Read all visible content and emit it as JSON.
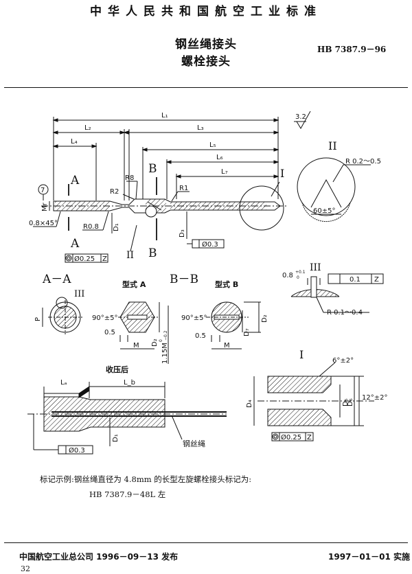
{
  "header": {
    "standard_org": "中华人民共和国航空工业标准",
    "title_line1": "钢丝绳接头",
    "title_line2": "螺栓接头",
    "code": "HB 7387.9－96"
  },
  "drawing": {
    "surface_finish": "3.2",
    "dims": {
      "L1": "L₁",
      "L2": "L₂",
      "L3": "L₃",
      "L4": "L₄",
      "L5": "L₅",
      "L6": "L₆",
      "L7": "L₇",
      "La": "Lₐ",
      "Lb": "L_b"
    },
    "labels": {
      "A_top": "A",
      "A_bottom": "A",
      "B_top": "B",
      "B_bottom": "B",
      "R8": "R8",
      "R2": "R2",
      "R1": "R1",
      "R08": "R0.8",
      "chamfer": "0.8×45°",
      "circle7": "7",
      "Mr": "Mr",
      "D1": "D₁",
      "D3": "D₃",
      "runout1": "Ø0.3",
      "concentric1": "Ø0.25",
      "ref_II": "II",
      "ref_I": "I",
      "ref_III": "III",
      "datum_Z": "Z"
    },
    "detail_II": {
      "title": "II",
      "radius": "R 0.2～0.5",
      "angle": "60±5°"
    },
    "detail_III": {
      "title": "III",
      "dim": "0.8",
      "tol_sup": "+0.1",
      "tol_sub": "0",
      "tol_value": "0.1",
      "datum": "Z",
      "radius": "R 0.1～0.4"
    },
    "section_AA": {
      "title": "A－A",
      "ref": "III",
      "P": "P"
    },
    "type_A": {
      "title": "型式 A",
      "angle": "90°±5°",
      "dim_05": "0.5",
      "M": "M",
      "D2": "D₂",
      "M_tol": "1.15M",
      "M_tol_sup": "0",
      "M_tol_sub": "−0.2"
    },
    "section_BB": {
      "title": "B－B"
    },
    "type_B": {
      "title": "型式 B",
      "angle": "90°±5°",
      "dim_05": "0.5",
      "M": "M",
      "D2": "D₂",
      "D7": "D₇"
    },
    "after_press": {
      "title": "收压后",
      "La": "Lₐ",
      "Lb": "L_b",
      "D1": "D₁",
      "runout": "Ø0.3",
      "rope": "钢丝绳"
    },
    "detail_I": {
      "title": "I",
      "angle_top": "6°±2°",
      "angle_right": "12°±2°",
      "D4": "D₄",
      "D5": "D₅",
      "D6": "D₆",
      "concentric": "Ø0.25",
      "datum": "Z"
    }
  },
  "note": {
    "line1": "标记示例:钢丝绳直径为 4.8mm 的长型左旋螺栓接头标记为:",
    "line2": "HB 7387.9－48L 左"
  },
  "footer": {
    "publisher": "中国航空工业总公司 1996－09－13 发布",
    "effective": "1997－01－01 实施",
    "page": "32"
  }
}
